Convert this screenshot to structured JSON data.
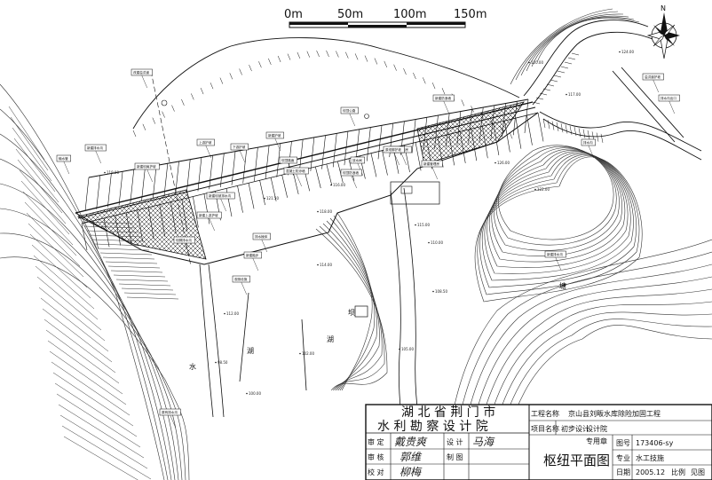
{
  "scale_bar": {
    "labels": [
      "0m",
      "50m",
      "100m",
      "150m"
    ]
  },
  "north_arrow": {
    "label": "N",
    "icon": "compass-rose-icon"
  },
  "title_block": {
    "org_line1": "湖 北 省 荆 门 市",
    "org_line2": "水 利 勘 察 设 计 院",
    "project_label": "工程名称",
    "project_name": "京山县刘畈水库除险加固工程",
    "design_inst": "设计院",
    "item_label": "项目名称",
    "stage_text": "初步设计",
    "dedicated": "专用章",
    "approve_label": "审 定",
    "check_label": "审 核",
    "proof_label": "校 对",
    "approve_sig": "戴贵爽",
    "check_sig": "郭维",
    "proof_sig": "柳梅",
    "design_label": "设 计",
    "design_sig": "马海",
    "draw_label": "制 图",
    "drawing_title": "枢纽平面图",
    "drawing_no_label": "图号",
    "drawing_no": "173406-sy",
    "discipline_label": "专业",
    "discipline": "水工技施",
    "date_label": "日期",
    "date": "2005.12",
    "scale_label": "比例",
    "scale_value": "见图"
  },
  "callouts": [
    "改建溢洪道",
    "新建防浪墙",
    "坝顶公路",
    "新建护坡",
    "上游护坡",
    "下游护坡",
    "坝顶路面",
    "新建坝肩护坡",
    "新建排水沟",
    "输水管",
    "放水闸",
    "新建坝坡排水沟",
    "混凝土防渗墙",
    "坝顶防浪墙",
    "新建观测房",
    "新建上游护坡",
    "坝脚排水沟",
    "排水棱体",
    "新建踏步",
    "观测设施",
    "新建管理房",
    "溢洪道护坡",
    "排水沟出口",
    "排水沟",
    "新建排水沟",
    "原有排水沟",
    "原坝脚护坡"
  ],
  "elevations": [
    "119.00",
    "121.50",
    "118.00",
    "116.00",
    "115.00",
    "110.00",
    "108.50",
    "105.00",
    "102.00",
    "100.00",
    "98.50",
    "120.00",
    "117.00",
    "124.00",
    "126.00",
    "122.00",
    "114.00",
    "112.00"
  ],
  "map_letters": [
    "湖",
    "湖",
    "水",
    "坝",
    "塘"
  ]
}
